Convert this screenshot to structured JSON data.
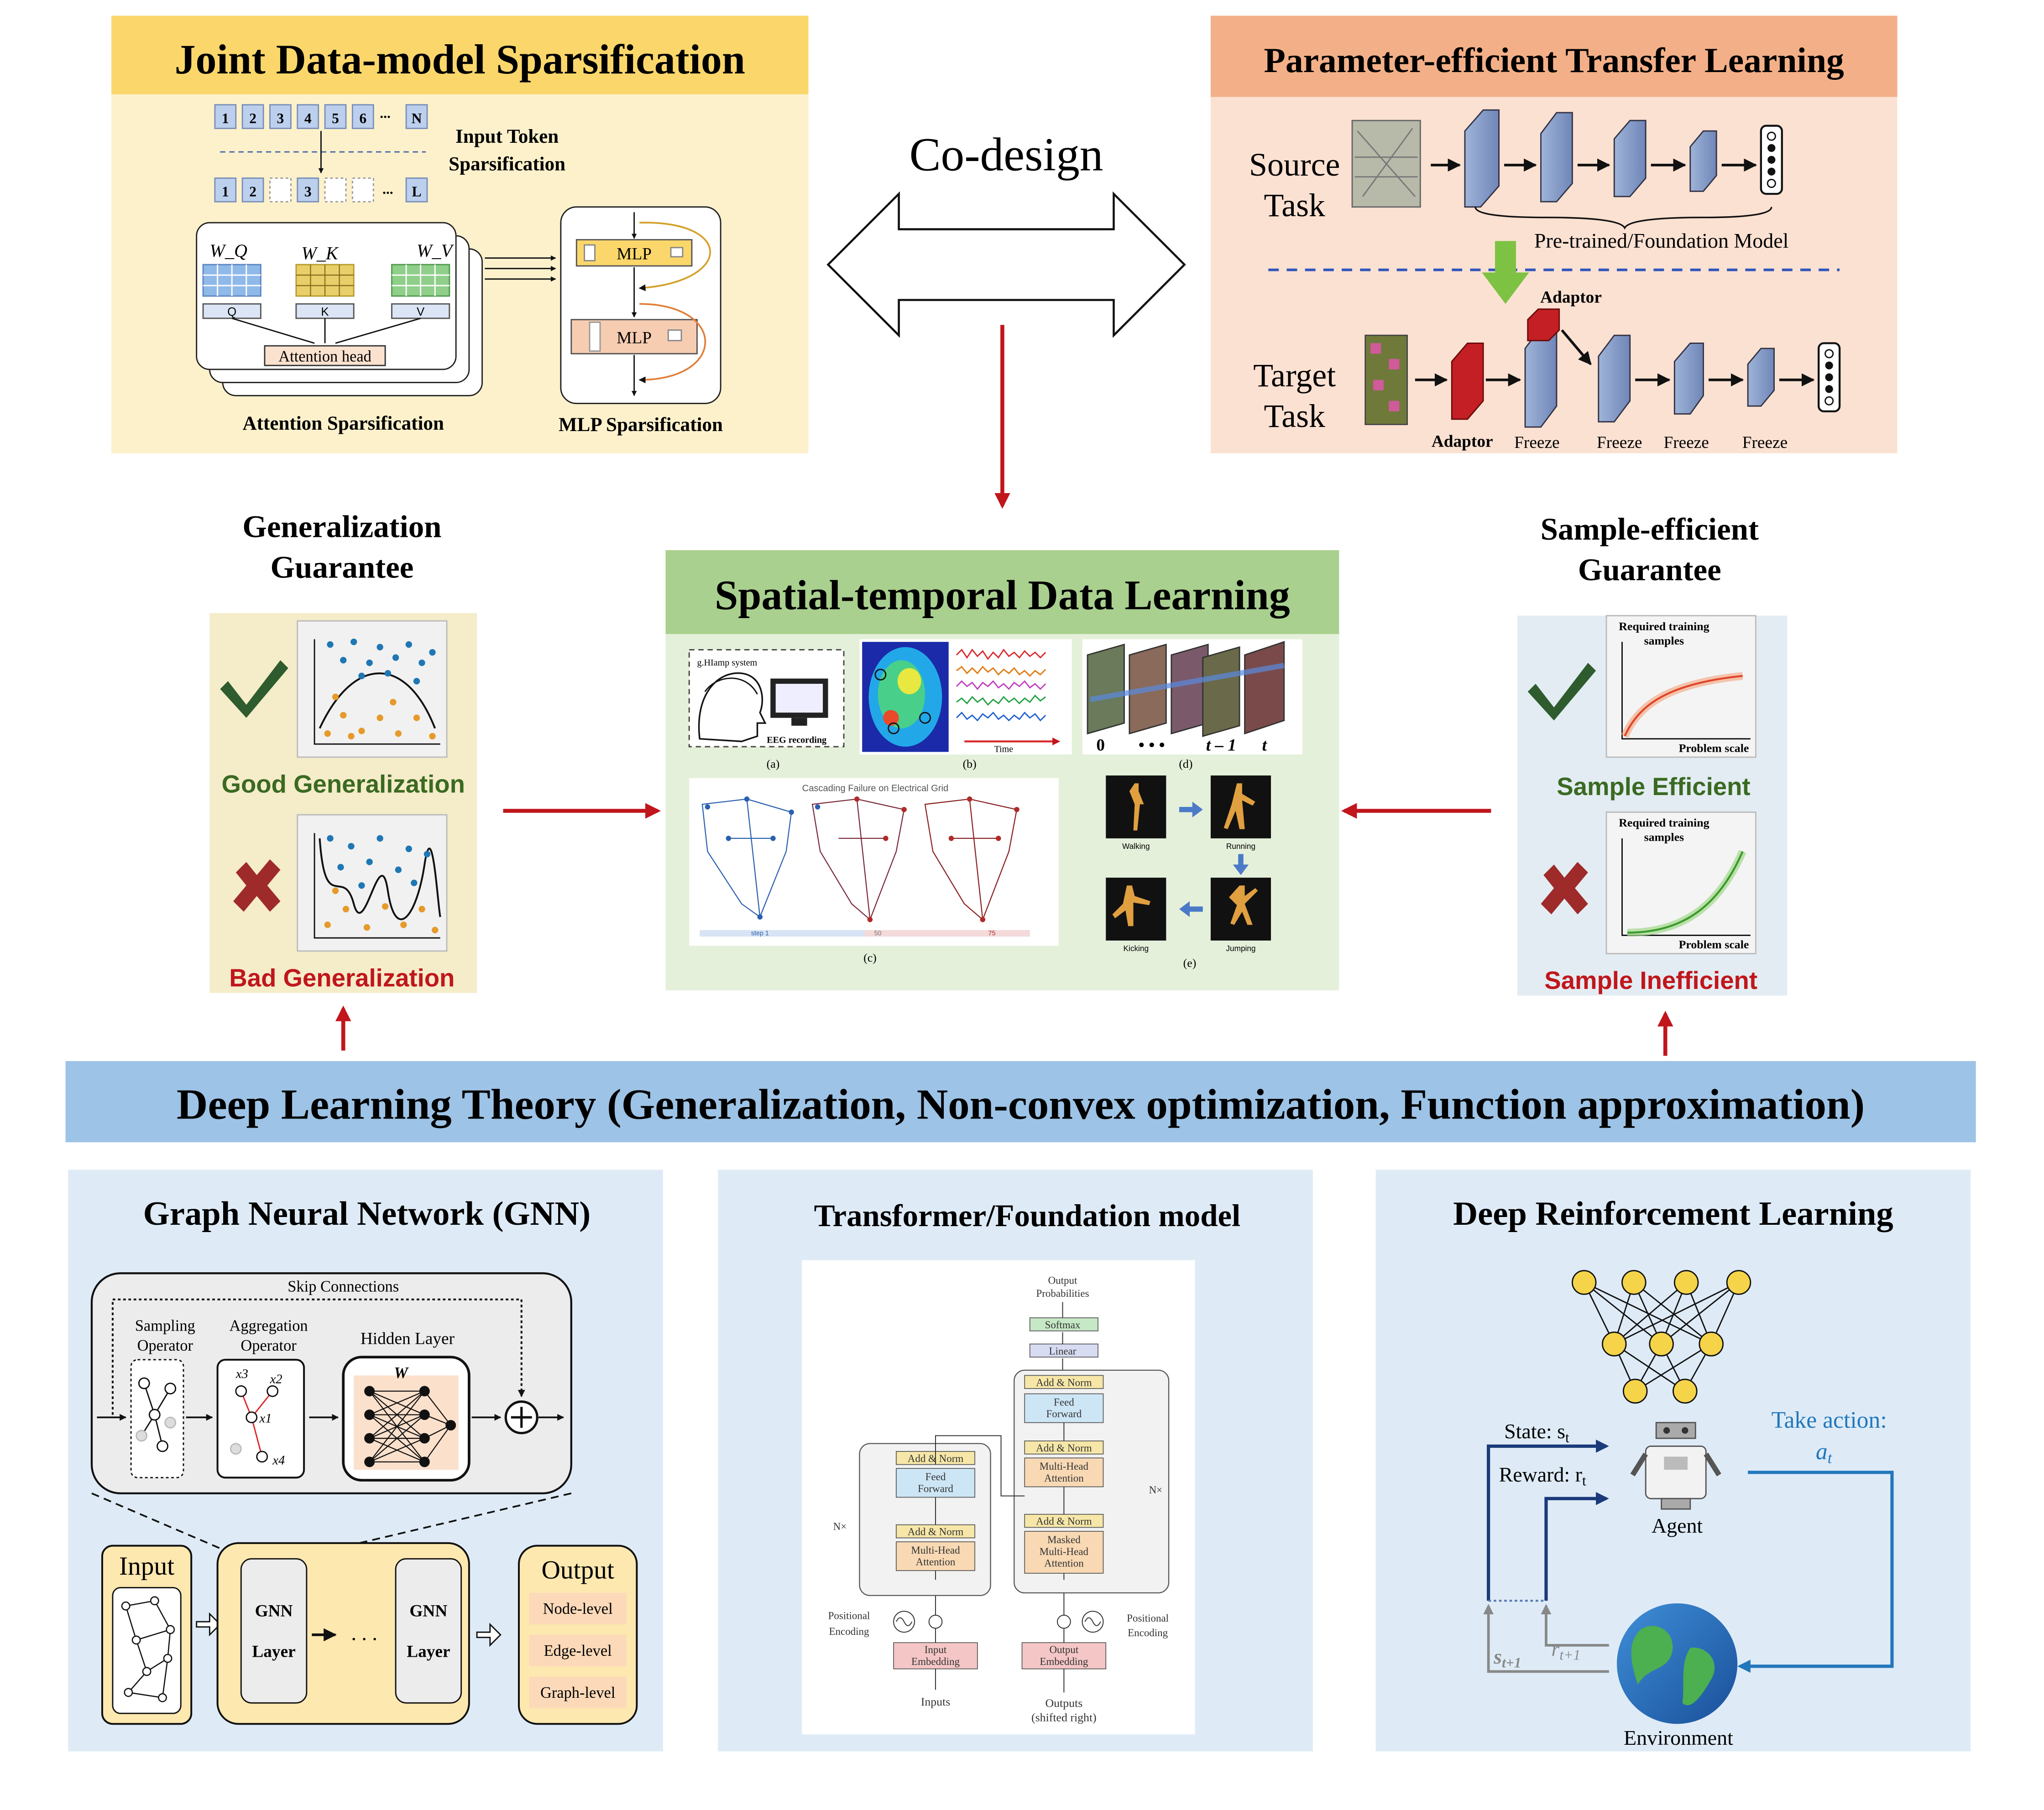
{
  "codesign": "Co-design",
  "jdms": {
    "title": "Joint Data-model Sparsification",
    "tokens_top": [
      "1",
      "2",
      "3",
      "4",
      "5",
      "6",
      "...",
      "N"
    ],
    "tokens_bottom": [
      "1",
      "2",
      "",
      "3",
      "",
      "",
      "...",
      "L"
    ],
    "input_token_label_1": "Input Token",
    "input_token_label_2": "Sparsification",
    "wq": "W_Q",
    "wk": "W_K",
    "wv": "W_V",
    "q": "Q",
    "k": "K",
    "v": "V",
    "attention_head": "Attention head",
    "attention_sparsification": "Attention Sparsification",
    "mlp": "MLP",
    "mlp_sparsification": "MLP Sparsification"
  },
  "petl": {
    "title": "Parameter-efficient Transfer Learning",
    "source_1": "Source",
    "source_2": "Task",
    "target_1": "Target",
    "target_2": "Task",
    "pretrained": "Pre-trained/Foundation Model",
    "adaptor": "Adaptor",
    "freeze": "Freeze"
  },
  "gen": {
    "title_1": "Generalization",
    "title_2": "Guarantee",
    "good": "Good Generalization",
    "bad": "Bad Generalization"
  },
  "samp": {
    "title_1": "Sample-efficient",
    "title_2": "Guarantee",
    "required_1": "Required training",
    "required_2": "samples",
    "problem_scale": "Problem scale",
    "good": "Sample Efficient",
    "bad": "Sample Inefficient"
  },
  "stdl": {
    "title": "Spatial-temporal Data Learning",
    "ghiamp": "g.HIamp system",
    "eeg": "EEG recording",
    "time": "Time",
    "label_a": "(a)",
    "label_b": "(b)",
    "label_c": "(c)",
    "label_d": "(d)",
    "label_e": "(e)",
    "frames": [
      "0",
      "• • •",
      "t – 1",
      "t"
    ],
    "cascading": "Cascading Failure on Electrical Grid",
    "step1": "step 1",
    "step50": "50",
    "step75": "75",
    "walking": "Walking",
    "running": "Running",
    "kicking": "Kicking",
    "jumping": "Jumping"
  },
  "theory": "Deep Learning Theory (Generalization, Non-convex optimization, Function approximation)",
  "gnn": {
    "title": "Graph Neural Network (GNN)",
    "skip": "Skip Connections",
    "sampling_1": "Sampling",
    "sampling_2": "Operator",
    "aggregation_1": "Aggregation",
    "aggregation_2": "Operator",
    "hidden": "Hidden Layer",
    "w": "W",
    "x1": "x1",
    "x2": "x2",
    "x3": "x3",
    "x4": "x4",
    "input": "Input",
    "gnn_1": "GNN",
    "gnn_2": "Layer",
    "dots": ". . .",
    "output": "Output",
    "node_level": "Node-level",
    "edge_level": "Edge-level",
    "graph_level": "Graph-level"
  },
  "tf": {
    "title": "Transformer/Foundation model",
    "output_probs_1": "Output",
    "output_probs_2": "Probabilities",
    "softmax": "Softmax",
    "linear": "Linear",
    "add_norm": "Add & Norm",
    "feed_1": "Feed",
    "feed_2": "Forward",
    "mha_1": "Multi-Head",
    "mha_2": "Attention",
    "masked_1": "Masked",
    "masked_2": "Multi-Head",
    "masked_3": "Attention",
    "nx": "N×",
    "pos_1": "Positional",
    "pos_2": "Encoding",
    "input_emb_1": "Input",
    "input_emb_2": "Embedding",
    "output_emb_1": "Output",
    "output_emb_2": "Embedding",
    "inputs": "Inputs",
    "outputs_1": "Outputs",
    "outputs_2": "(shifted right)"
  },
  "drl": {
    "title": "Deep Reinforcement Learning",
    "state": "State: s",
    "reward": "Reward: r",
    "take_action": "Take action:",
    "action": "a",
    "agent": "Agent",
    "environment": "Environment",
    "s_next": "s",
    "r_next": "r"
  }
}
